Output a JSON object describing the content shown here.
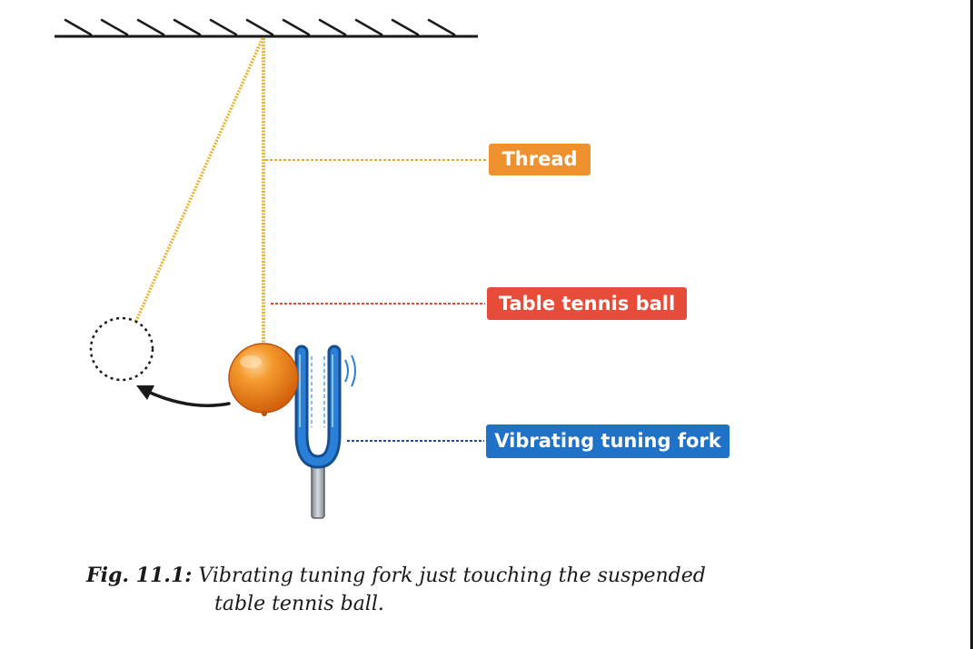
{
  "labels": {
    "thread": "Thread",
    "ball": "Table tennis ball",
    "fork": "Vibrating tuning fork"
  },
  "caption": {
    "number": "Fig.  11.1:",
    "line1": "Vibrating tuning fork just touching the suspended",
    "line2": "table tennis ball."
  },
  "colors": {
    "thread": "#e6b63a",
    "thread_label": "#f0912f",
    "ball": "#f07a12",
    "ball_label": "#e74c3a",
    "fork": "#1f6fc0",
    "fork_label": "#1f72c8",
    "stem": "#9aa3ad",
    "ink": "#1a1a1a"
  },
  "icons": {
    "support": "fixed-support-icon",
    "ball": "table-tennis-ball-icon",
    "fork": "tuning-fork-icon",
    "arrow": "curved-arrow-icon",
    "ghost": "displaced-ball-outline-icon"
  }
}
